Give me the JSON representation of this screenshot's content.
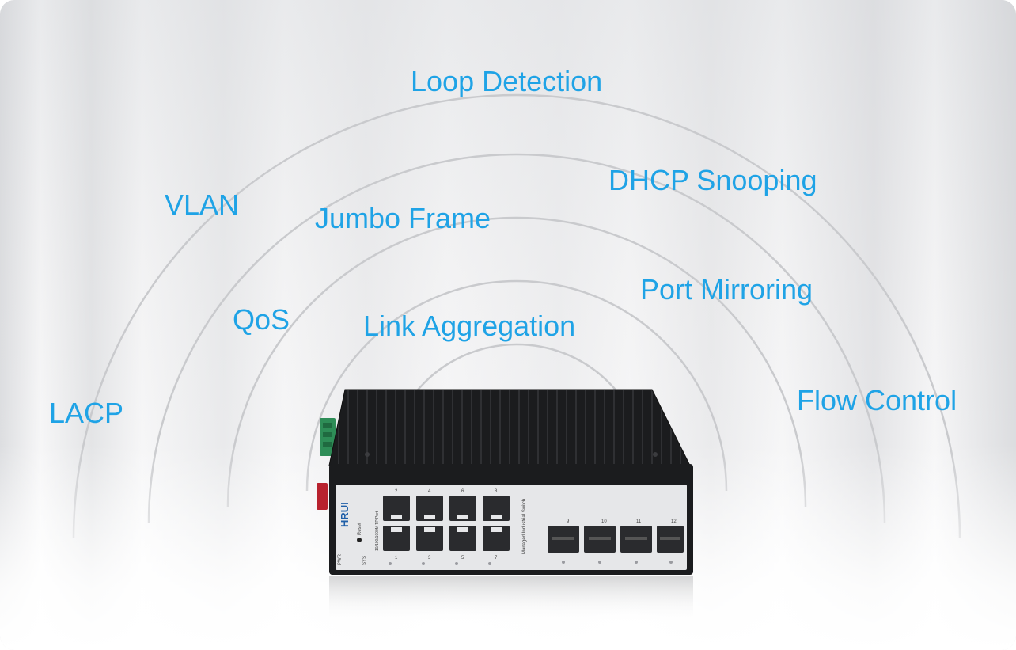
{
  "features": [
    {
      "id": "loop-detection",
      "label": "Loop Detection"
    },
    {
      "id": "dhcp-snooping",
      "label": "DHCP Snooping"
    },
    {
      "id": "vlan",
      "label": "VLAN"
    },
    {
      "id": "jumbo-frame",
      "label": "Jumbo Frame"
    },
    {
      "id": "port-mirroring",
      "label": "Port Mirroring"
    },
    {
      "id": "qos",
      "label": "QoS"
    },
    {
      "id": "link-aggregation",
      "label": "Link Aggregation"
    },
    {
      "id": "lacp",
      "label": "LACP"
    },
    {
      "id": "flow-control",
      "label": "Flow Control"
    }
  ],
  "device": {
    "brand": "HRUI",
    "port_type_label": "10/100/1000M TP Port",
    "model_label": "Managed Industrial Switch",
    "reset_label": "Reset",
    "pwr_label": "PWR",
    "sys_label": "SYS",
    "rj45_top_numbers": [
      "2",
      "4",
      "6",
      "8"
    ],
    "rj45_bottom_numbers": [
      "1",
      "3",
      "5",
      "7"
    ],
    "sfp_numbers": [
      "9",
      "10",
      "11",
      "12"
    ]
  },
  "colors": {
    "feature_text": "#1fa3e6",
    "arc_stroke": "#c9cacd",
    "chassis": "#1b1c1e",
    "front_panel": "#e6e7e9"
  }
}
